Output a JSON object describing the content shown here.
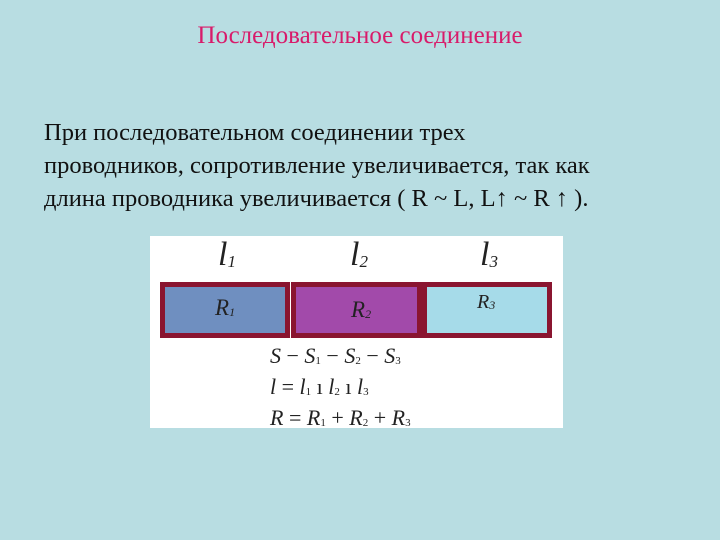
{
  "slide": {
    "title": "Последовательное соединение",
    "paragraph_lines": [
      "При последовательном соединении трех",
      "проводников, сопротивление увеличивается, так как",
      "длина проводника увеличивается ( R ~ L, L↑ ~ R ↑ )."
    ]
  },
  "figure": {
    "length_labels": [
      {
        "symbol": "l",
        "index": "1"
      },
      {
        "symbol": "l",
        "index": "2"
      },
      {
        "symbol": "l",
        "index": "3"
      }
    ],
    "resistors": [
      {
        "symbol": "R",
        "index": "1",
        "color": "#6f8fc0"
      },
      {
        "symbol": "R",
        "index": "2",
        "color": "#a24aaa"
      },
      {
        "symbol": "R",
        "index": "3",
        "color": "#a6dbe9"
      }
    ],
    "formulas": {
      "area": {
        "lhs": "S",
        "eq": "−",
        "t1": "S",
        "i1": "1",
        "op1": "−",
        "t2": "S",
        "i2": "2",
        "op2": "−",
        "t3": "S",
        "i3": "3"
      },
      "length": {
        "lhs": "l",
        "eq": "=",
        "t1": "l",
        "i1": "1",
        "op1": "ı",
        "t2": "l",
        "i2": "2",
        "op2": "ı",
        "t3": "l",
        "i3": "3"
      },
      "resistance": {
        "lhs": "R",
        "eq": "=",
        "t1": "R",
        "i1": "1",
        "op1": "+",
        "t2": "R",
        "i2": "2",
        "op2": "+",
        "t3": "R",
        "i3": "3"
      }
    },
    "border_color": "#8a1530"
  }
}
